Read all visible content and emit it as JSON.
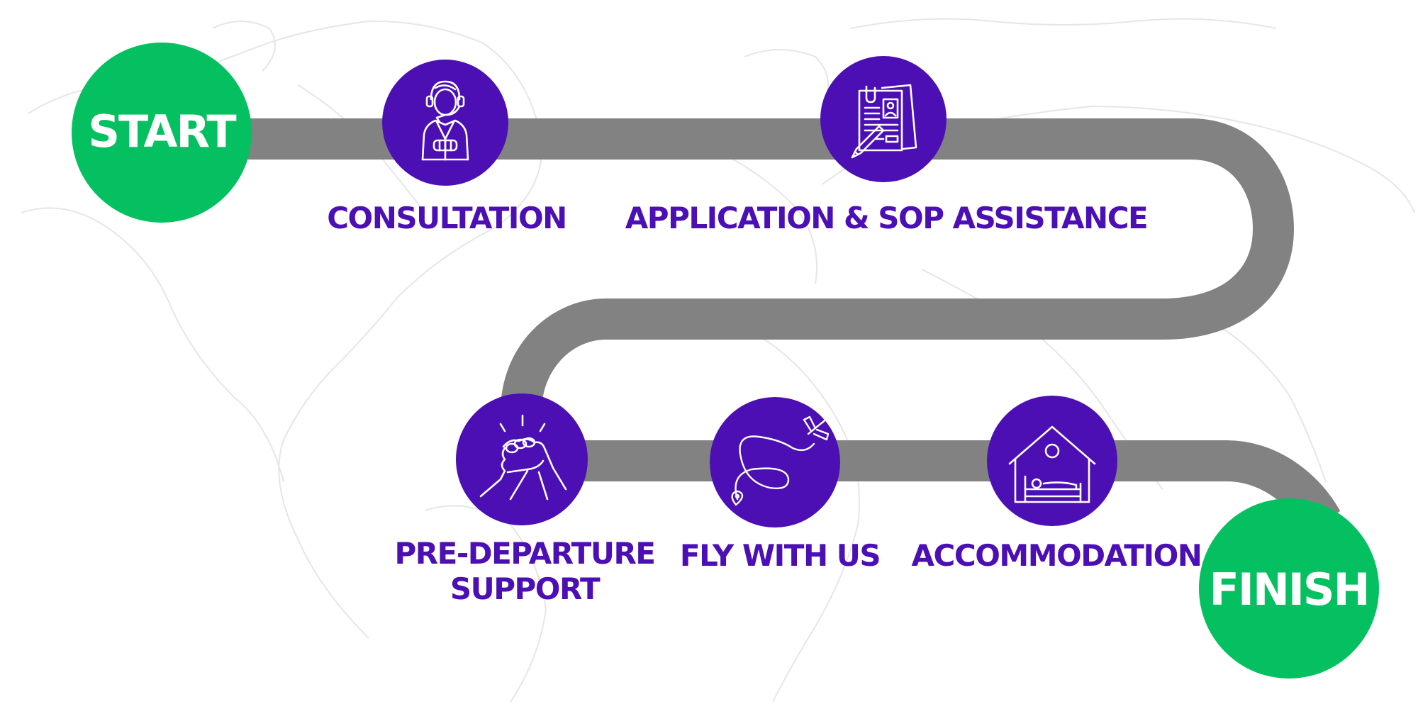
{
  "colors": {
    "path": "#828282",
    "step_circle": "#4b0fb4",
    "endpoint_circle": "#04c060",
    "label_text": "#4b0fb4",
    "endpoint_text": "#ffffff",
    "map_outline": "#e6e6e6"
  },
  "endpoints": {
    "start": {
      "label": "START"
    },
    "finish": {
      "label": "FINISH"
    }
  },
  "steps": [
    {
      "label": "CONSULTATION",
      "icon": "consultant-headset-icon"
    },
    {
      "label": "APPLICATION & SOP ASSISTANCE",
      "icon": "document-pen-icon"
    },
    {
      "label_lines": [
        "PRE-DEPARTURE",
        "SUPPORT"
      ],
      "icon": "handshake-icon"
    },
    {
      "label": "FLY WITH US",
      "icon": "airplane-route-icon"
    },
    {
      "label": "ACCOMMODATION",
      "icon": "house-bed-icon"
    }
  ]
}
